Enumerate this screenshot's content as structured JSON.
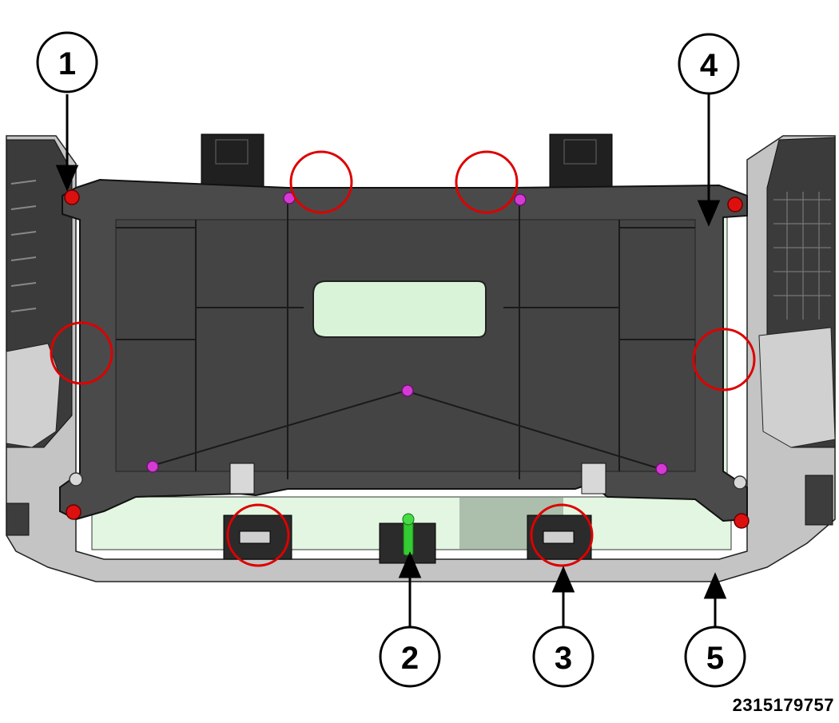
{
  "callouts": [
    {
      "id": "1",
      "label": "1"
    },
    {
      "id": "2",
      "label": "2"
    },
    {
      "id": "3",
      "label": "3"
    },
    {
      "id": "4",
      "label": "4"
    },
    {
      "id": "5",
      "label": "5"
    }
  ],
  "figure_id": "2315179757",
  "colors": {
    "panel": "#4a4a4a",
    "frame": "#b9b9b9",
    "glass": "#dff5df",
    "highlight_circle": "#dd0000",
    "red_fastener": "#dd1010",
    "magenta_fastener": "#d43ad4",
    "green_fastener": "#33cc33"
  }
}
